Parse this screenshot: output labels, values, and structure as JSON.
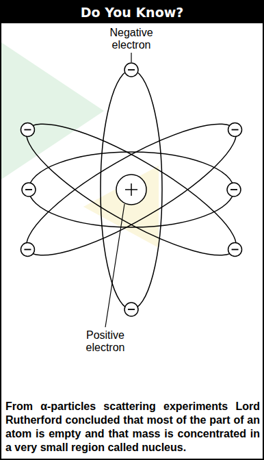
{
  "diagram": {
    "title": "Do You Know?",
    "caption": "From α-particles scattering experiments Lord Rutherford concluded that most of the part of an atom is empty and that mass is concentrated in a very small region called nucleus.",
    "labels": [
      "Negative electron",
      "Positive electron"
    ]
  }
}
